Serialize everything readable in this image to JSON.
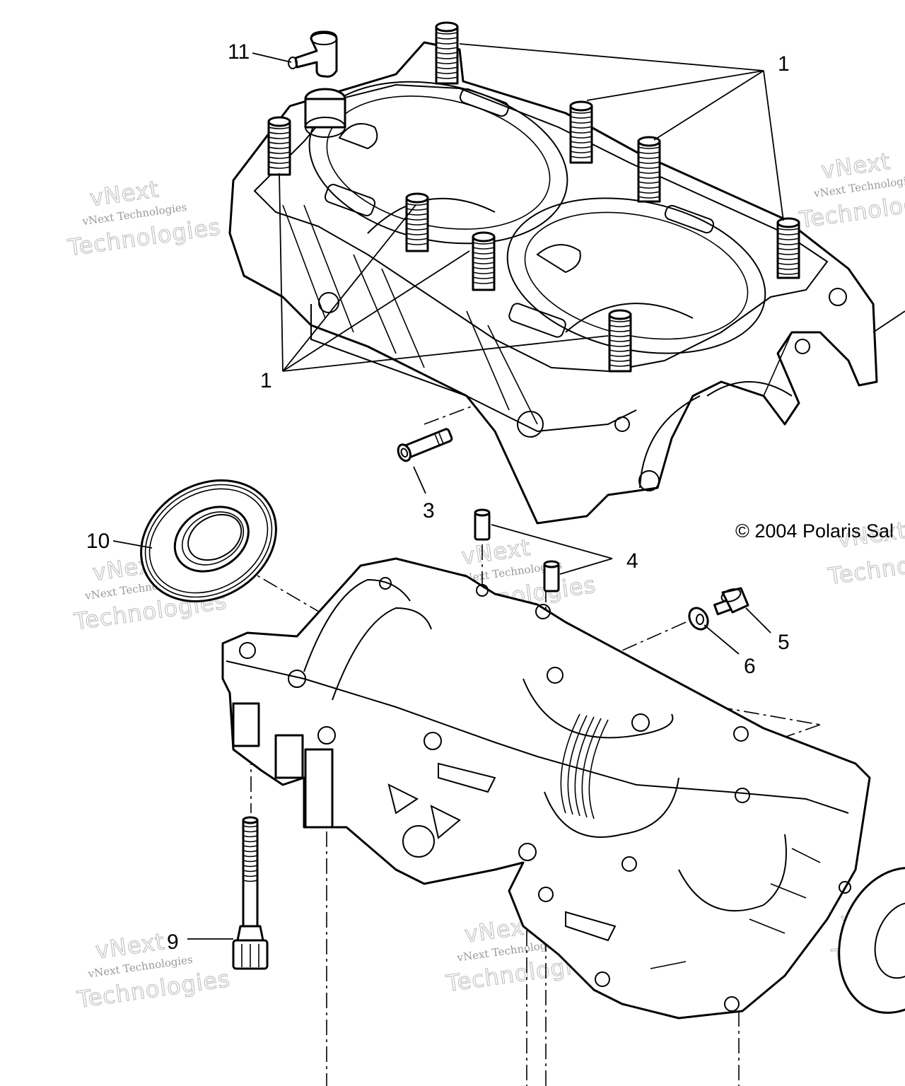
{
  "callouts": {
    "c1_top": "1",
    "c1_mid": "1",
    "c3": "3",
    "c4": "4",
    "c5": "5",
    "c6": "6",
    "c9": "9",
    "c10": "10",
    "c11": "11"
  },
  "copyright": "© 2004 Polaris Sal",
  "watermark": {
    "line1": "vNext Technologies",
    "line2": "Technologies",
    "brand": "vNext"
  }
}
